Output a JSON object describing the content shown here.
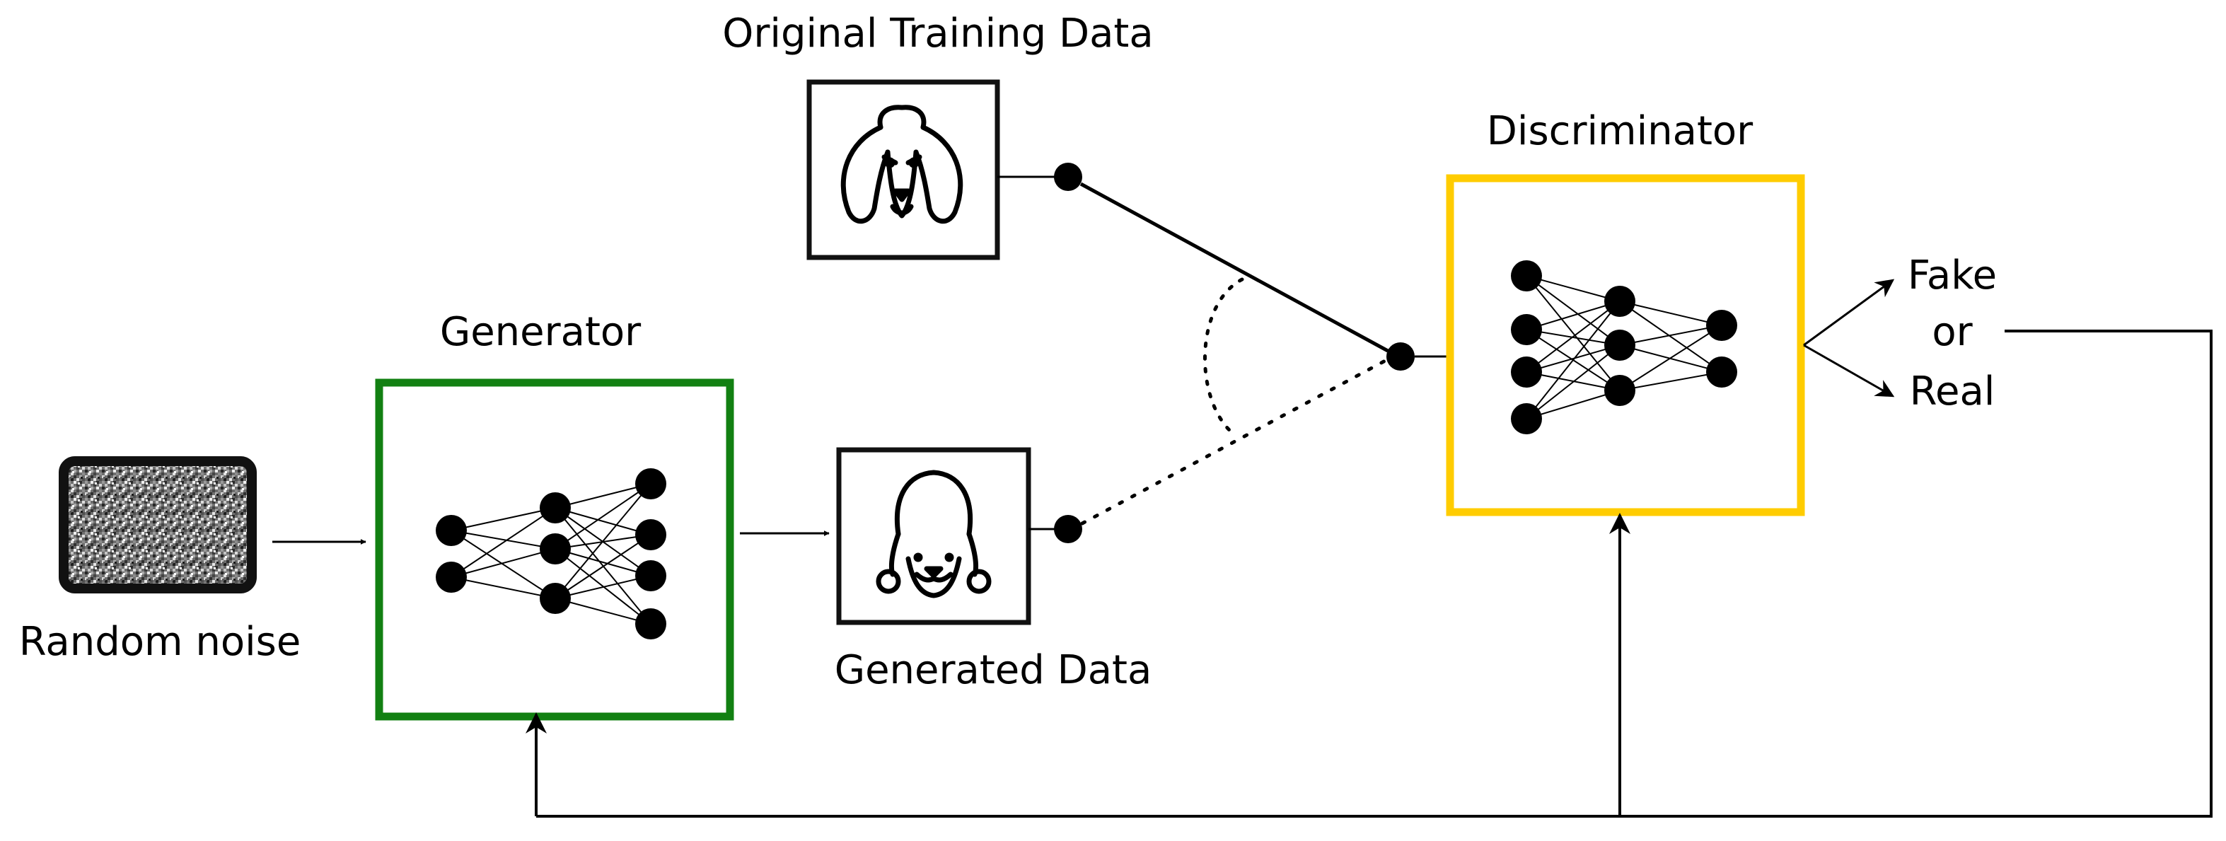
{
  "labels": {
    "random_noise": "Random noise",
    "generator": "Generator",
    "generated_data": "Generated Data",
    "original_training_data": "Original Training Data",
    "discriminator": "Discriminator",
    "fake": "Fake",
    "or": "or",
    "real": "Real"
  },
  "icons": {
    "noise": "random-noise-image",
    "original": "dog-face-icon",
    "generated": "generated-dog-face-icon",
    "network": "neural-network-icon"
  },
  "colors": {
    "generator_border": "#128012",
    "discriminator_border": "#FFCC00",
    "stroke": "#000000",
    "background": "#FFFFFF"
  }
}
